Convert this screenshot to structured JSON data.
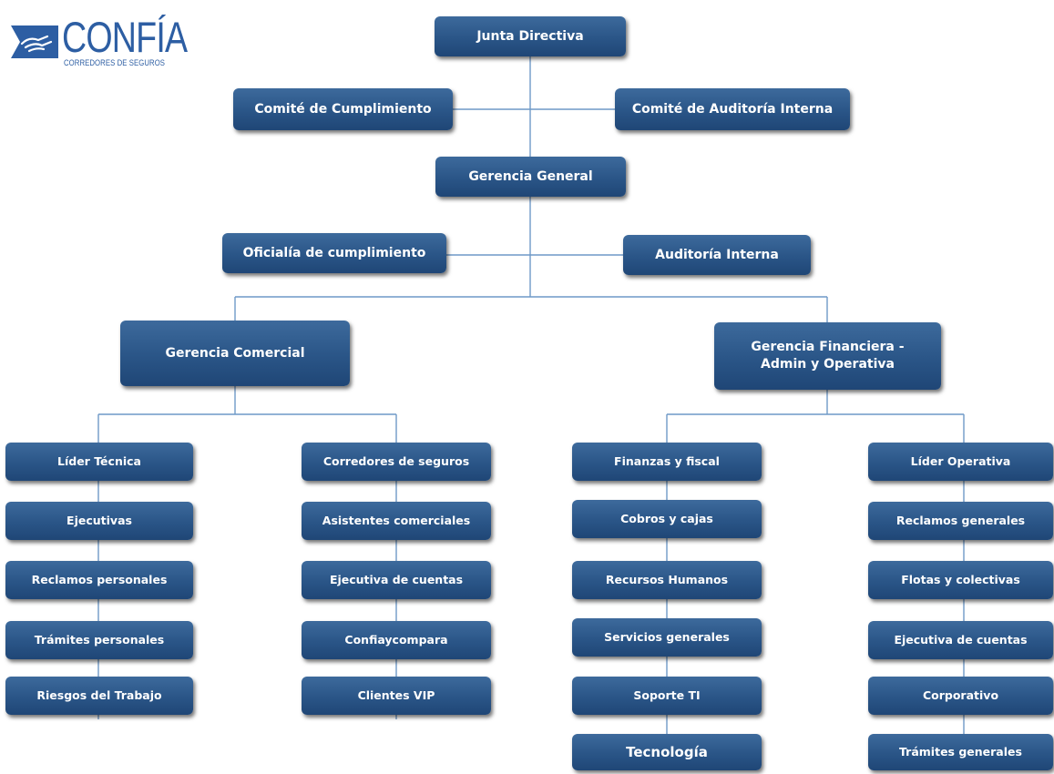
{
  "logo": {
    "name": "CONFÍA",
    "tagline": "CORREDORES DE SEGUROS"
  },
  "colors": {
    "node_fill": "#2a5587",
    "connector": "#6f99c7",
    "logo": "#2d5ea3"
  },
  "org": {
    "board": "Junta Directiva",
    "board_committees": {
      "left": "Comité de Cumplimiento",
      "right": "Comité de Auditoría Interna"
    },
    "general_management": "Gerencia General",
    "gm_support": {
      "left": "Oficialía de cumplimiento",
      "right": "Auditoría Interna"
    },
    "commercial": {
      "title": "Gerencia Comercial",
      "col1": [
        "Líder Técnica",
        "Ejecutivas",
        "Reclamos personales",
        "Trámites personales",
        "Riesgos del Trabajo"
      ],
      "col2": [
        "Corredores de seguros",
        "Asistentes comerciales",
        "Ejecutiva de cuentas",
        "Confiaycompara",
        "Clientes VIP"
      ]
    },
    "financial": {
      "title_line1": "Gerencia Financiera -",
      "title_line2": "Admin y Operativa",
      "col1": [
        "Finanzas y fiscal",
        "Cobros y cajas",
        "Recursos Humanos",
        "Servicios generales",
        "Soporte TI",
        "Tecnología"
      ],
      "col2": [
        "Líder Operativa",
        "Reclamos generales",
        "Flotas y colectivas",
        "Ejecutiva de cuentas",
        "Corporativo",
        "Trámites generales"
      ]
    }
  }
}
